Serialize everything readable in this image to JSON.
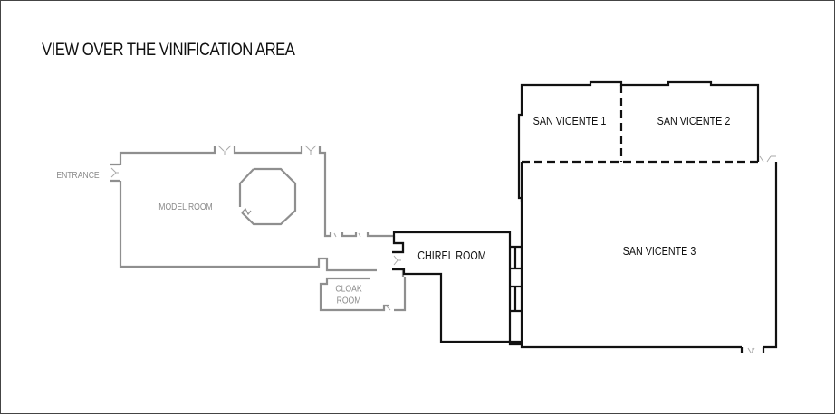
{
  "title": "VIEW OVER THE VINIFICATION AREA",
  "colors": {
    "border": "#444444",
    "wall_existing": "#8f8f8f",
    "wall_venue": "#111111",
    "label_grey": "#8a8a8a",
    "label_dark": "#111111"
  },
  "rooms": {
    "entrance": {
      "label": "ENTRANCE"
    },
    "model_room": {
      "label": "MODEL ROOM"
    },
    "cloak_room": {
      "label_line1": "CLOAK",
      "label_line2": "ROOM"
    },
    "chirel_room": {
      "label": "CHIREL ROOM"
    },
    "san_vicente_1": {
      "label": "SAN VICENTE 1"
    },
    "san_vicente_2": {
      "label": "SAN VICENTE 2"
    },
    "san_vicente_3": {
      "label": "SAN VICENTE 3"
    }
  }
}
